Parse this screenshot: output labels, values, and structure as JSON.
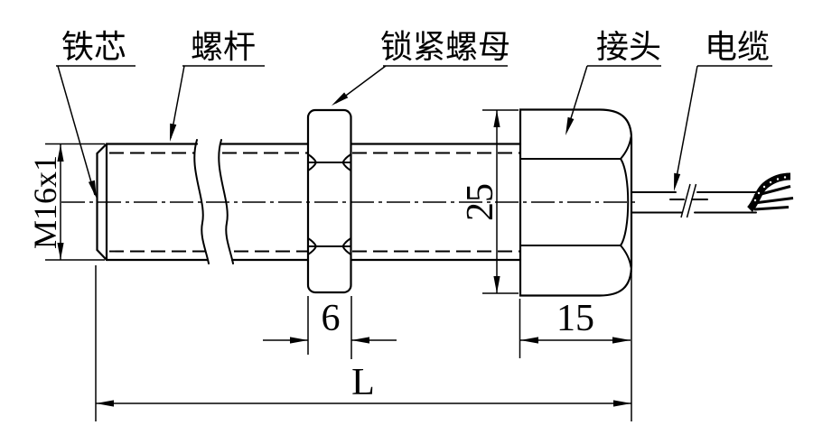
{
  "drawing": {
    "background_color": "#ffffff",
    "line_color": "#000000",
    "labels": {
      "core": "铁芯",
      "screw": "螺杆",
      "lock_nut": "锁紧螺母",
      "connector": "接头",
      "cable": "电缆"
    },
    "dimensions": {
      "thread_spec": "M16x1",
      "connector_height": "25",
      "nut_thickness": "6",
      "connector_length": "15",
      "total_length": "L"
    }
  }
}
